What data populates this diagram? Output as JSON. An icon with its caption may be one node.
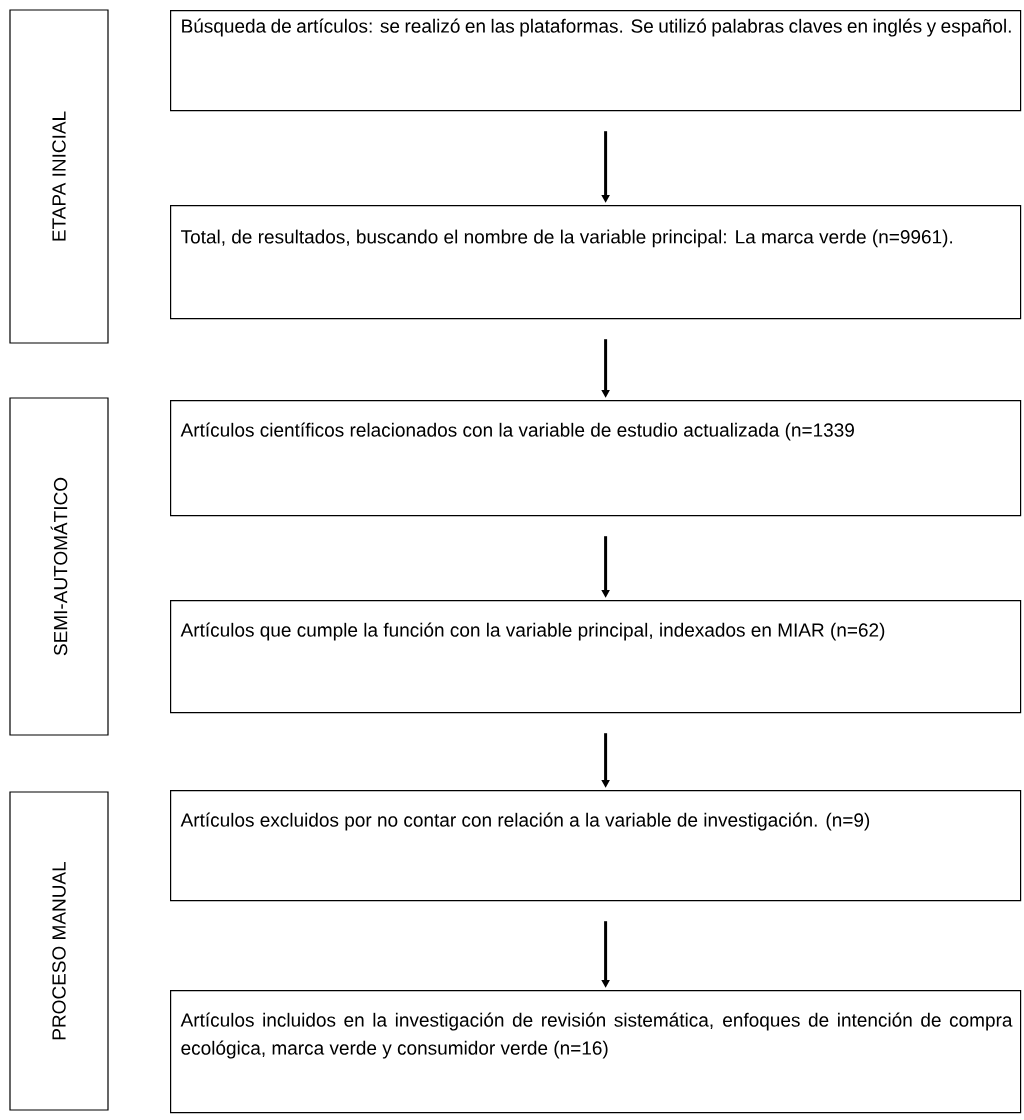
{
  "diagram": {
    "nodes": [
      {
        "text": [
          "ETAPA INICIAL"
        ]
      },
      {
        "text": [
          "Búsqueda de artículos: se realizó en las plataformas. Se utilizó palabras claves en inglés y español."
        ]
      },
      {
        "text": [
          "Total, de resultados, buscando el nombre de la variable principal: La marca verde (n=9961)."
        ]
      },
      {
        "text": [
          "SEMI-AUTOMÁTICO"
        ]
      },
      {
        "text": [
          "Artículos científicos relacionados con la variable de estudio actualizada (n=1339"
        ]
      },
      {
        "text": [
          "Artículos que cumple la función con la variable principal, indexados en MIAR (n=62)"
        ]
      },
      {
        "text": [
          "PROCESO MANUAL"
        ]
      },
      {
        "text": [
          "Artículos excluidos por no contar con relación a la variable de investigación. (n=9)"
        ]
      },
      {
        "text": [
          "Artículos incluidos en la investigación de revisión sistemática, enfoques de intención de compra ecológica, marca verde y consumidor verde (n=16)"
        ]
      }
    ],
    "edges": [
      {
        "from": 1,
        "to": 2,
        "arrow": "to"
      },
      {
        "from": 2,
        "to": 4,
        "arrow": "to"
      },
      {
        "from": 4,
        "to": 5,
        "arrow": "to"
      },
      {
        "from": 5,
        "to": 7,
        "arrow": "to"
      },
      {
        "from": 7,
        "to": 8,
        "arrow": "to"
      }
    ]
  }
}
